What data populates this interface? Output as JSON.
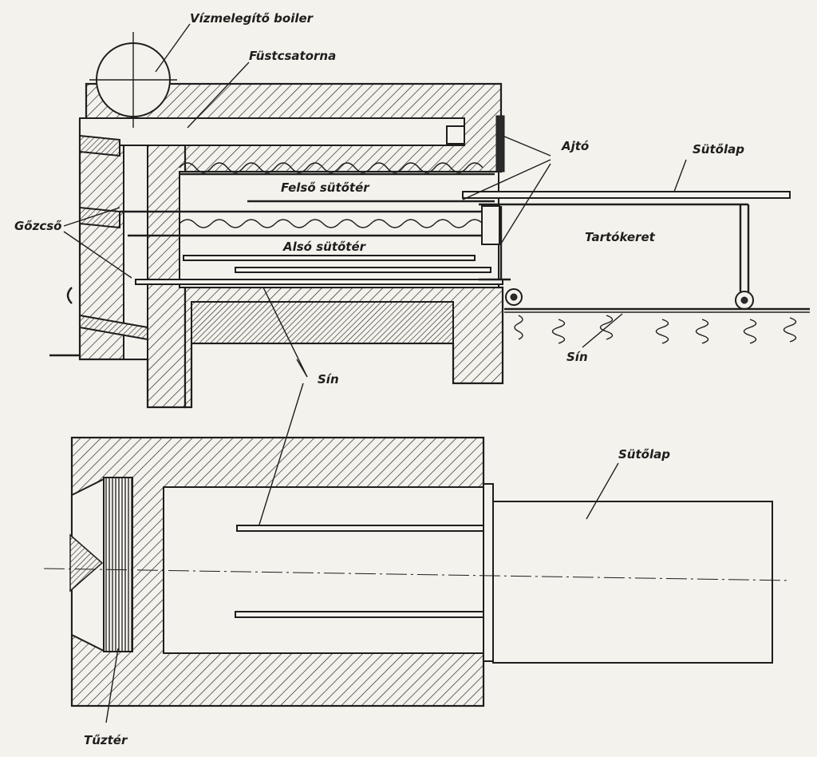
{
  "labels": {
    "boiler": "Vízmelegítő boiler",
    "flue": "Füstcsatorna",
    "door": "Ajtó",
    "baking_plate_top": "Sütőlap",
    "upper_oven": "Felső sütőtér",
    "frame": "Tartókeret",
    "steam_pipe": "Gőzcső",
    "lower_oven": "Alsó sütőtér",
    "rail_right": "Sín",
    "rail_center": "Sín",
    "baking_plate_bottom": "Sütőlap",
    "firebox": "Tűztér"
  },
  "colors": {
    "ink": "#1e1e1e",
    "paper": "#f4f2ec"
  }
}
